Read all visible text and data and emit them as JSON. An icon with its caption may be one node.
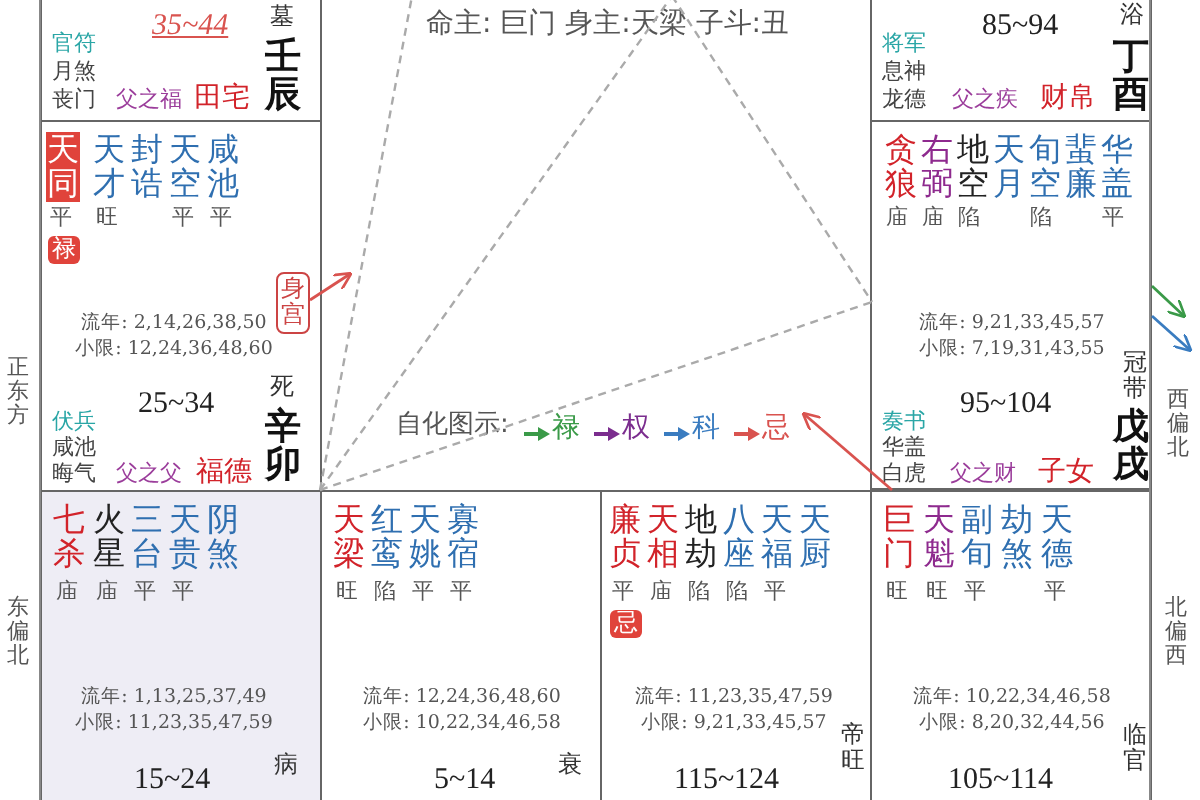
{
  "diagram": {
    "nodes": [
      {
        "text": [
          "35~44",
          "官符",
          "月煞",
          "丧门",
          "父之福",
          "田宅",
          "墓",
          "壬辰"
        ]
      },
      {
        "text": [
          "浴",
          "85~94",
          "将军",
          "息神",
          "龙德",
          "父之疾",
          "财帛",
          "丁酉"
        ]
      },
      {
        "text": [
          "天同",
          "天才",
          "封诰",
          "天空",
          "咸池",
          "平",
          "旺",
          "平",
          "平",
          "禄",
          "流年: 2,14,26,38,50",
          "小限: 12,24,36,48,60",
          "死",
          "25~34",
          "伏兵",
          "咸池",
          "晦气",
          "父之父",
          "福德",
          "辛卯"
        ]
      },
      {
        "text": [
          "身宫"
        ],
        "in": 2
      },
      {
        "text": [
          "贪狼",
          "右弼",
          "地空",
          "天月",
          "旬空",
          "蜚廉",
          "华盖",
          "庙",
          "庙",
          "陷",
          "陷",
          "平",
          "流年: 9,21,33,45,57",
          "小限: 7,19,31,43,55",
          "冠带",
          "95~104",
          "奏书",
          "华盖",
          "白虎",
          "父之财",
          "子女",
          "戊戌"
        ]
      },
      {
        "text": [
          "七杀",
          "火星",
          "三台",
          "天贵",
          "阴煞",
          "庙",
          "庙",
          "平",
          "平",
          "流年: 1,13,25,37,49",
          "小限: 11,23,35,47,59",
          "病",
          "15~24"
        ]
      },
      {
        "text": [
          "天梁",
          "红鸾",
          "天姚",
          "寡宿",
          "旺",
          "陷",
          "平",
          "平",
          "流年: 12,24,36,48,60",
          "小限: 10,22,34,46,58",
          "衰",
          "5~14"
        ]
      },
      {
        "text": [
          "廉贞",
          "天相",
          "地劫",
          "八座",
          "天福",
          "天厨",
          "平",
          "庙",
          "陷",
          "陷",
          "平",
          "忌",
          "流年: 11,23,35,47,59",
          "小限: 9,21,33,45,57",
          "帝旺",
          "115~124"
        ]
      },
      {
        "text": [
          "巨门",
          "天魁",
          "副旬",
          "劫煞",
          "天德",
          "旺",
          "旺",
          "平",
          "平",
          "流年: 10,22,34,46,58",
          "小限: 8,20,32,44,56",
          "临官",
          "105~114"
        ]
      }
    ],
    "edges": [
      {
        "from": 3,
        "to": null,
        "arrow": "to",
        "color": "#d9534f"
      },
      {
        "from": 4,
        "to": null,
        "arrow": "to",
        "color": "#3a9a48"
      },
      {
        "from": 4,
        "to": null,
        "arrow": "to",
        "color": "#3a7cc0"
      },
      {
        "from": 8,
        "to": null,
        "arrow": "to",
        "color": "#d9534f"
      }
    ],
    "labels": [
      "命主: 巨门 身主:天梁 子斗:丑",
      "自化图示:",
      "正东方",
      "东偏北",
      "西偏北",
      "北偏西"
    ],
    "legend": [
      {
        "text": "禄",
        "color": "#3a9a48"
      },
      {
        "text": "权",
        "color": "#7b2d8e"
      },
      {
        "text": "科",
        "color": "#3a7cc0"
      },
      {
        "text": "忌",
        "color": "#d9534f"
      }
    ]
  }
}
